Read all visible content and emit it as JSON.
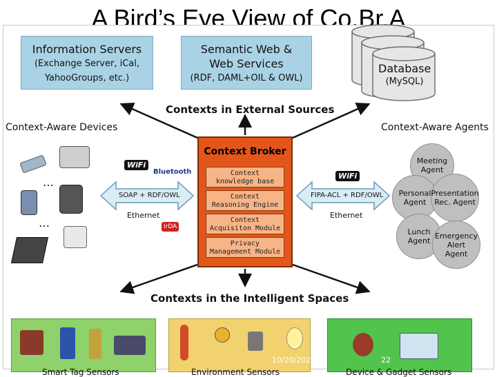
{
  "title": "A Bird’s Eye View of Co.Br.A",
  "info_servers": {
    "line1": "Information Servers",
    "line2": "(Exchange Server, iCal,",
    "line3": "YahooGroups, etc.)"
  },
  "semantic_web": {
    "line1": "Semantic Web &",
    "line2": "Web Services",
    "line3": "(RDF, DAML+OIL & OWL)"
  },
  "database": {
    "line1": "Database",
    "line2": "(MySQL)"
  },
  "external_label": "Contexts in External Sources",
  "devices_label": "Context-Aware Devices",
  "agents_label": "Context-Aware Agents",
  "broker": {
    "title": "Context Broker",
    "modules": [
      {
        "line1": "Context",
        "line2": "knowledge base"
      },
      {
        "line1": "Context",
        "line2": "Reasoning Engine"
      },
      {
        "line1": "Context",
        "line2": "Acquisiton Module"
      },
      {
        "line1": "Privacy",
        "line2": "Management Module"
      }
    ]
  },
  "left_link": {
    "wifi": "WiFi",
    "bluetooth": "Bluetooth",
    "protocol": "SOAP + RDF/OWL",
    "ethernet": "Ethernet",
    "irda": "IrDA"
  },
  "right_link": {
    "wifi": "WiFi",
    "protocol": "FIPA-ACL + RDF/OWL",
    "ethernet": "Ethernet"
  },
  "ellipsis": "…",
  "agents": [
    {
      "line1": "Meeting",
      "line2": "Agent",
      "line3": ""
    },
    {
      "line1": "Personal",
      "line2": "Agent",
      "line3": ""
    },
    {
      "line1": "Presentation",
      "line2": "Rec. Agent",
      "line3": ""
    },
    {
      "line1": "Lunch",
      "line2": "Agent",
      "line3": ""
    },
    {
      "line1": "Emergency",
      "line2": "Alert",
      "line3": "Agent"
    }
  ],
  "spaces_label": "Contexts in the Intelligent Spaces",
  "panels": [
    {
      "label": "Smart Tag Sensors",
      "color": "#8fd16a"
    },
    {
      "label": "Environment Sensors",
      "color": "#f1d26e"
    },
    {
      "label": "Device & Gadget Sensors",
      "color": "#52c44e"
    }
  ],
  "footer": {
    "date": "10/20/202",
    "page": "22"
  },
  "colors": {
    "blue_box": "#a9d3e5",
    "broker": "#e2561b",
    "module": "#f6b487",
    "agent": "#bfbfbf"
  }
}
